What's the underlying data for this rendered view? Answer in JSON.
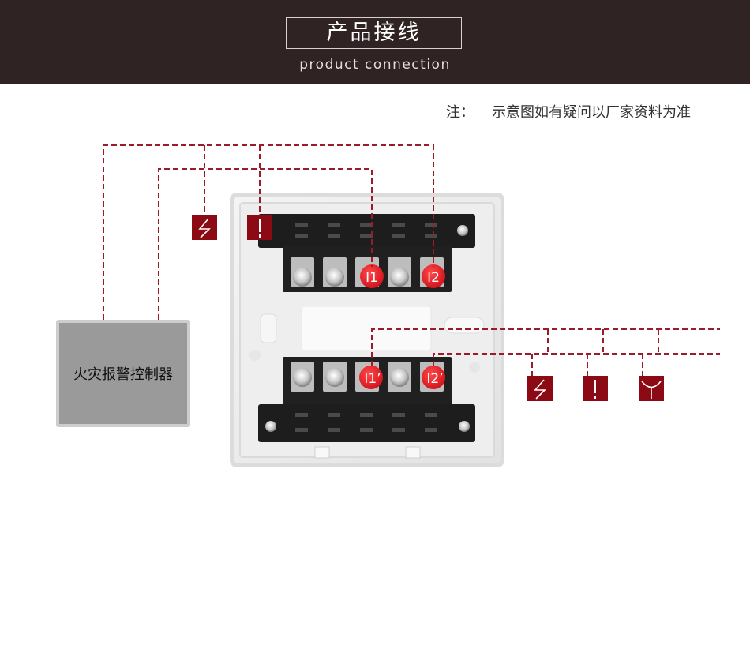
{
  "header": {
    "title": "产品接线",
    "subtitle": "product connection"
  },
  "note": {
    "prefix": "注：",
    "text": "示意图如有疑问以厂家资料为准"
  },
  "controller": {
    "label": "火灾报警控制器"
  },
  "terminals": {
    "top": [
      "I1",
      "I2"
    ],
    "bottom": [
      "I1’",
      "I2’"
    ]
  },
  "symbols": {
    "left": [
      "power-icon",
      "alarm-icon"
    ],
    "right": [
      "power-icon",
      "alarm-icon",
      "horn-icon"
    ]
  },
  "colors": {
    "header_bg": "#2f2323",
    "accent": "#8b0a14",
    "dashed_line": "#9b1b2a",
    "terminal_label": "#e0141e",
    "controller_bg": "#9a9a9a"
  }
}
